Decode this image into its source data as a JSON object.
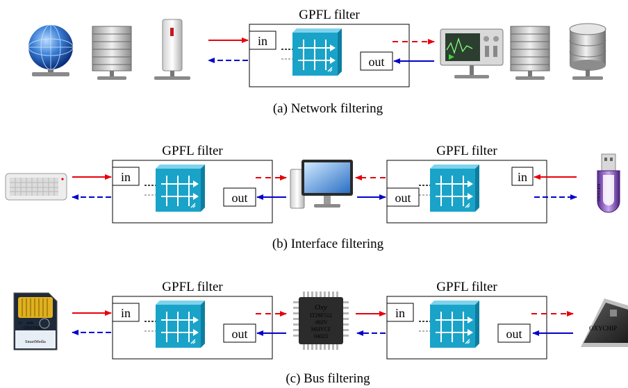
{
  "filter_title": "GPFL filter",
  "in_label": "in",
  "out_label": "out",
  "captions": {
    "network": "(a)  Network filtering",
    "interface": "(b)  Interface filtering",
    "bus": "(c)  Bus filtering"
  },
  "device_text": {
    "sd_card": {
      "brand": "OXYDISK",
      "size_left": "5V",
      "size_right": "4MB",
      "footer": "SmartMedia"
    },
    "chip": {
      "line1": "Oxy",
      "line2": "IT29F512",
      "line3": "-80JV",
      "line4": "MHVCF",
      "line5": "04023"
    },
    "cpu": {
      "brand": "OXYCHIP"
    },
    "usb": {
      "brand": "OXYGEN"
    }
  },
  "colors": {
    "red_arrow": "#e8000b",
    "blue_arrow": "#0000cc",
    "filter_cube": "#1aa3c8",
    "box_border": "#000000"
  }
}
